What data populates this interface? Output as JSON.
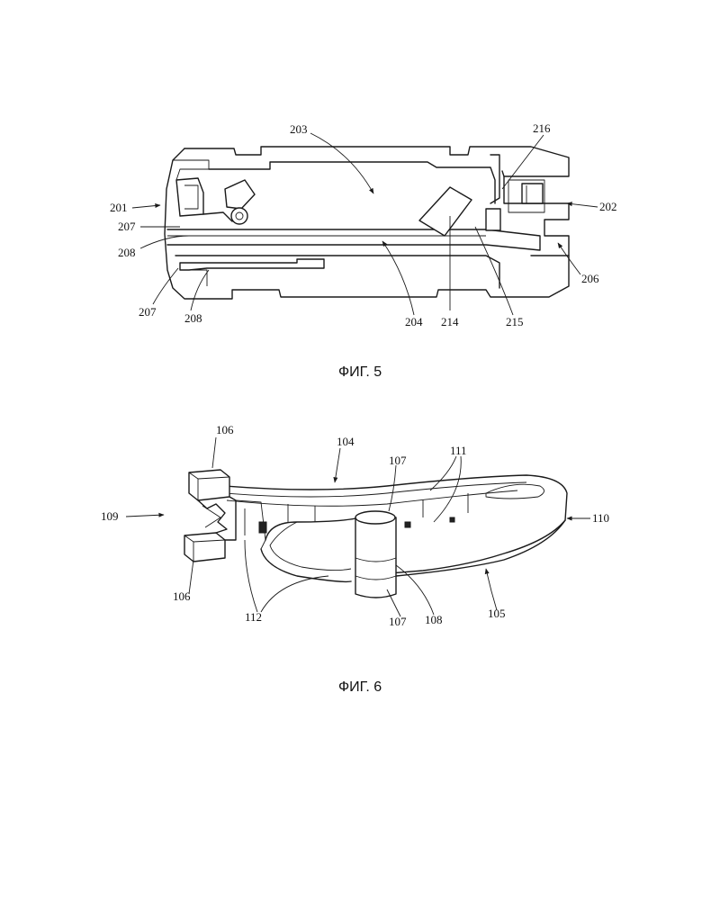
{
  "figures": [
    {
      "caption": "ФИГ. 5",
      "labels": {
        "l201": "201",
        "l202": "202",
        "l203": "203",
        "l204": "204",
        "l206": "206",
        "l207a": "207",
        "l207b": "207",
        "l208a": "208",
        "l208b": "208",
        "l214": "214",
        "l215": "215",
        "l216": "216"
      }
    },
    {
      "caption": "ФИГ. 6",
      "labels": {
        "l104": "104",
        "l105": "105",
        "l106a": "106",
        "l106b": "106",
        "l107a": "107",
        "l107b": "107",
        "l108": "108",
        "l109": "109",
        "l110": "110",
        "l111": "111",
        "l112": "112"
      }
    }
  ]
}
